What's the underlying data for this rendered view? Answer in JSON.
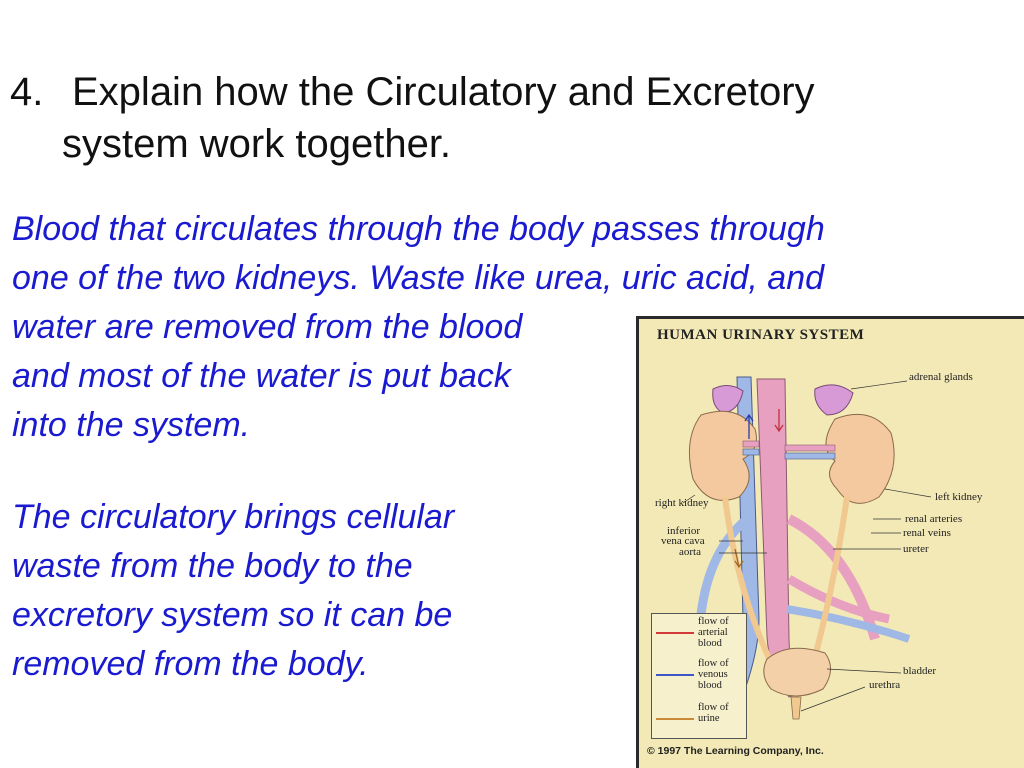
{
  "heading": {
    "number": "4.",
    "line1": "Explain how the Circulatory and Excretory",
    "line2": "system work together."
  },
  "answer": {
    "paragraph1": [
      "Blood that circulates through the body passes through",
      "one of the two kidneys. Waste like urea, uric acid, and",
      "water are removed from the blood",
      "and most of the water is put back",
      "into the system."
    ],
    "paragraph2": [
      "The circulatory brings cellular",
      "waste from the body to the",
      "excretory system so it can be",
      "removed from the body."
    ]
  },
  "figure": {
    "title": "HUMAN URINARY SYSTEM",
    "labels": {
      "adrenal_glands": "adrenal glands",
      "right_kidney": "right kidney",
      "left_kidney": "left kidney",
      "inferior_vena_cava_1": "inferior",
      "inferior_vena_cava_2": "vena cava",
      "aorta": "aorta",
      "renal_arteries": "renal arteries",
      "renal_veins": "renal veins",
      "ureter": "ureter",
      "bladder": "bladder",
      "urethra": "urethra"
    },
    "legend": [
      {
        "text": "flow of\narterial\nblood",
        "color": "#d23a3a"
      },
      {
        "text": "flow of\nvenous\nblood",
        "color": "#3a56c8"
      },
      {
        "text": "flow of\nurine",
        "color": "#c98a3a"
      }
    ],
    "copyright": "© 1997 The Learning Company, Inc."
  },
  "colors": {
    "heading": "#111111",
    "answer": "#1a1ad0",
    "figure_bg": "#f2e9b6",
    "artery": "#e8a0c0",
    "vein": "#9fb8e6",
    "kidney": "#f4c9a0",
    "adrenal": "#d89ad6"
  }
}
